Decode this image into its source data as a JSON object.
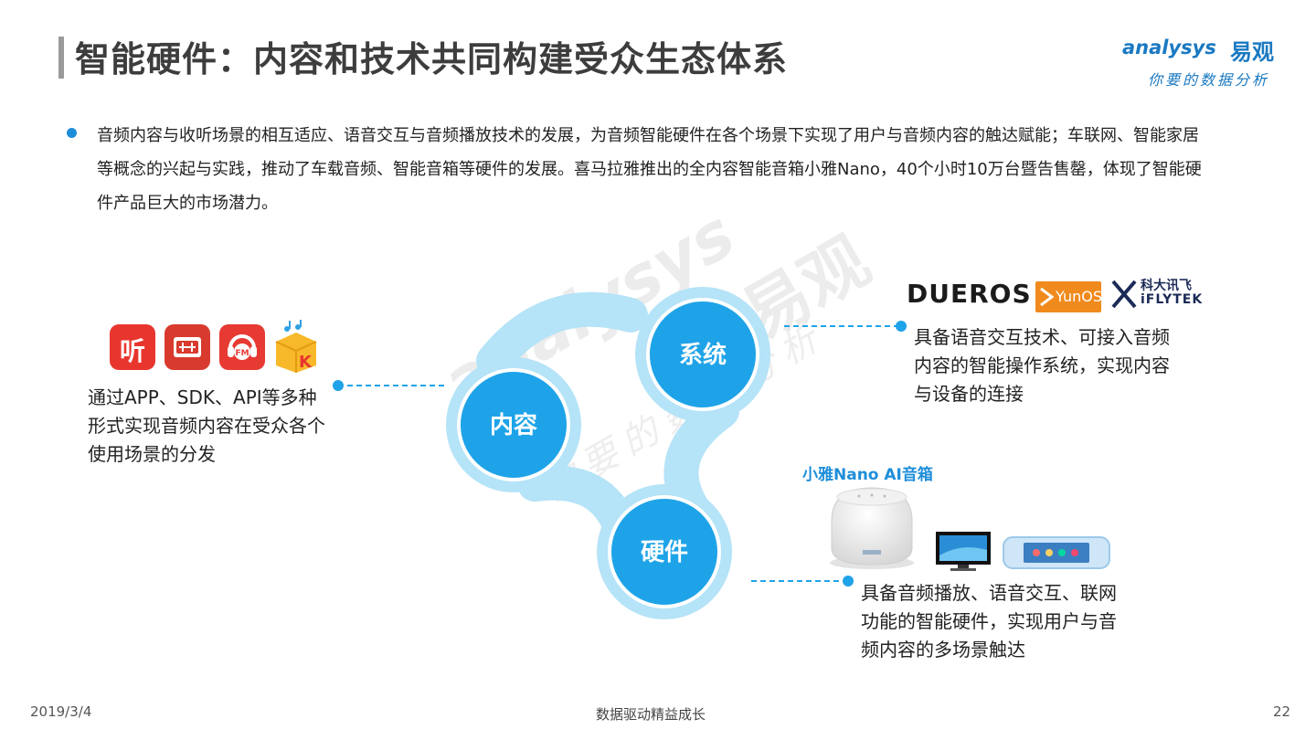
{
  "header": {
    "title": "智能硬件：内容和技术共同构建受众生态体系",
    "logo_en": "analysys",
    "logo_cn": "易观",
    "logo_slogan": "你要的数据分析"
  },
  "bullet": {
    "text": "音频内容与收听场景的相互适应、语音交互与音频播放技术的发展，为音频智能硬件在各个场景下实现了用户与音频内容的触达赋能；车联网、智能家居等概念的兴起与实践，推动了车载音频、智能音箱等硬件的发展。喜马拉雅推出的全内容智能音箱小雅Nano，40个小时10万台暨告售罄，体现了智能硬件产品巨大的市场潜力。"
  },
  "diagram": {
    "nodes": {
      "content": "内容",
      "system": "系统",
      "hardware": "硬件"
    },
    "colors": {
      "ring": "#b5e3f7",
      "node": "#1ea3e8",
      "node_border": "#ffffff",
      "connector": "#1ea3e8"
    },
    "left_text": "通过APP、SDK、API等多种形式实现音频内容在受众各个使用场景的分发",
    "right_top_text": "具备语音交互技术、可接入音频内容的智能操作系统，实现内容与设备的连接",
    "right_bottom_text": "具备音频播放、语音交互、联网功能的智能硬件，实现用户与音频内容的多场景触达",
    "partner_logos": {
      "dueros": "DUEROS",
      "yunos": "YunOS",
      "iflytek_cn": "科大讯飞",
      "iflytek_en": "iFLYTEK"
    },
    "app_icons": [
      "ting-icon",
      "radio-icon",
      "fm-icon",
      "kuwo-icon"
    ],
    "app_ting_glyph": "听",
    "product_label": "小雅Nano AI音箱"
  },
  "watermark": {
    "en": "analysys",
    "cn": "易观",
    "slogan": "你要的数据分析"
  },
  "footer": {
    "date": "2019/3/4",
    "center": "数据驱动精益成长",
    "page": "22"
  }
}
